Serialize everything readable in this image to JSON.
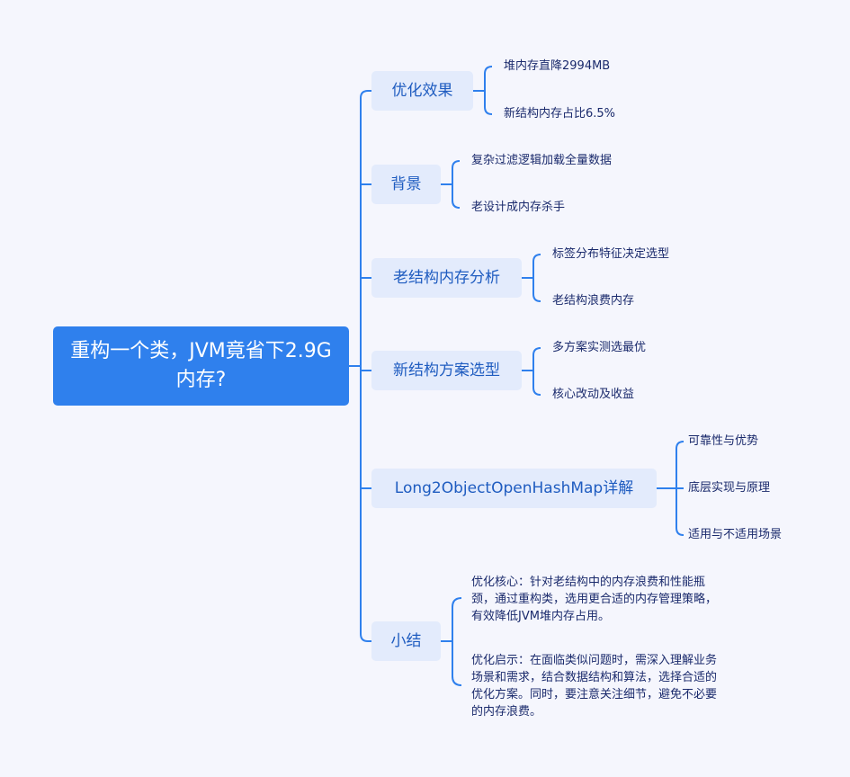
{
  "root": {
    "title": "重构一个类，JVM竟省下2.9G内存?"
  },
  "branches": [
    {
      "label": "优化效果",
      "children": [
        "堆内存直降2994MB",
        "新结构内存占比6.5%"
      ]
    },
    {
      "label": "背景",
      "children": [
        "复杂过滤逻辑加载全量数据",
        "老设计成内存杀手"
      ]
    },
    {
      "label": "老结构内存分析",
      "children": [
        "标签分布特征决定选型",
        "老结构浪费内存"
      ]
    },
    {
      "label": "新结构方案选型",
      "children": [
        "多方案实测选最优",
        "核心改动及收益"
      ]
    },
    {
      "label": "Long2ObjectOpenHashMap详解",
      "children": [
        "可靠性与优势",
        "底层实现与原理",
        "适用与不适用场景"
      ]
    },
    {
      "label": "小结",
      "children": [
        "优化核心：针对老结构中的内存浪费和性能瓶颈，通过重构类，选用更合适的内存管理策略，有效降低JVM堆内存占用。",
        "优化启示：在面临类似问题时，需深入理解业务场景和需求，结合数据结构和算法，选择合适的优化方案。同时，要注意关注细节，避免不必要的内存浪费。"
      ]
    }
  ],
  "colors": {
    "root": "#2f80ed",
    "node": "#e3ebfc",
    "line": "#2f80ed",
    "background": "#f5f6fd"
  }
}
